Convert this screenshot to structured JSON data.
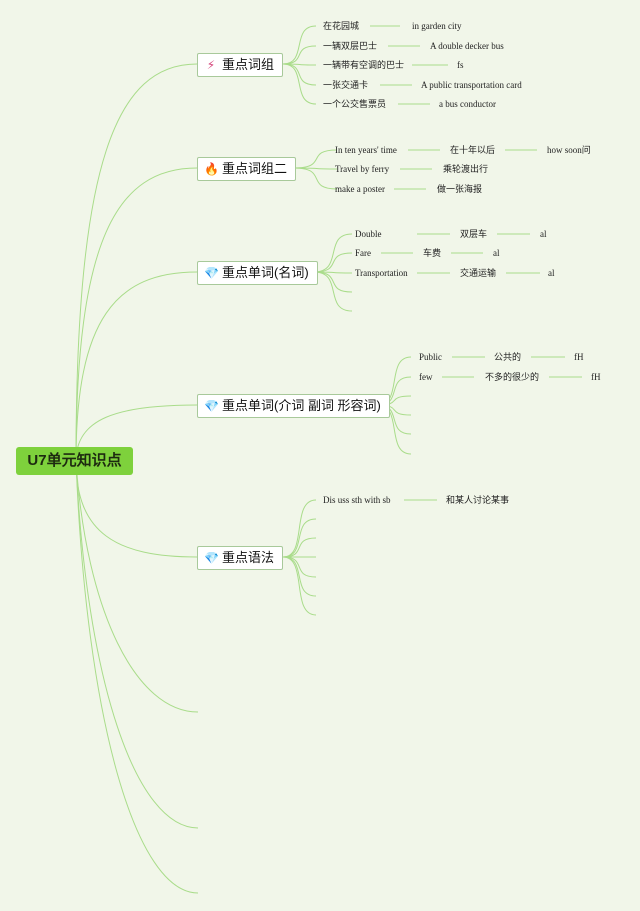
{
  "root": {
    "label": "U7单元知识点"
  },
  "topics": [
    {
      "label": "重点词组",
      "icon": "magic-wand-icon",
      "rows": [
        [
          "在花园城",
          "in garden city"
        ],
        [
          "一辆双层巴士",
          "A double decker bus"
        ],
        [
          "一辆带有空调的巴士",
          "fs"
        ],
        [
          "一张交通卡",
          "A public transportation card"
        ],
        [
          "一个公交售票员",
          "a bus conductor"
        ]
      ]
    },
    {
      "label": "重点词组二",
      "icon": "fire-icon",
      "rows": [
        [
          "In ten years' time",
          "在十年以后",
          "how soon问"
        ],
        [
          "Travel by ferry",
          "乘轮渡出行"
        ],
        [
          "make a poster",
          "做一张海报"
        ]
      ]
    },
    {
      "label": "重点单词(名词)",
      "icon": "gem-icon",
      "rows": [
        [
          "Double",
          "双层车",
          "al"
        ],
        [
          "Fare",
          "车费",
          "al"
        ],
        [
          "Transportation",
          "交通运输",
          "al"
        ]
      ]
    },
    {
      "label": "重点单词(介词 副词 形容词)",
      "icon": "gem-icon",
      "rows": [
        [
          "Public",
          "公共的",
          "fH"
        ],
        [
          "few",
          "不多的很少的",
          "fH"
        ]
      ]
    },
    {
      "label": "重点语法",
      "icon": "gem-icon",
      "rows": [
        [
          "Dis uss sth with sb",
          "和某人讨论某事"
        ]
      ]
    }
  ]
}
